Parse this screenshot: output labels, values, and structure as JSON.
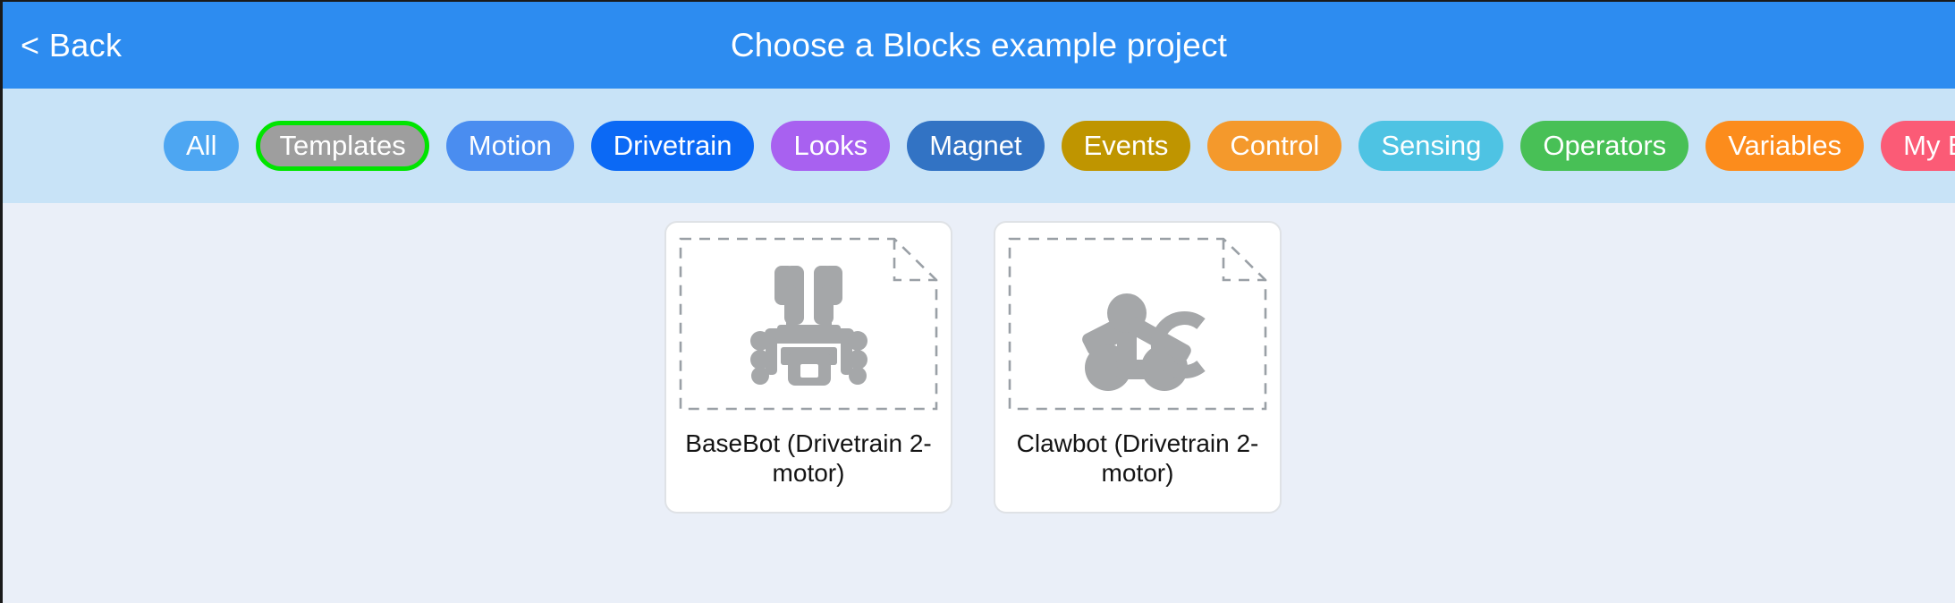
{
  "header": {
    "back_label": "< Back",
    "title": "Choose a Blocks example project",
    "bg_color": "#2d8cf0"
  },
  "filter_bar": {
    "bg_color": "#c8e3f7",
    "selected_outline_color": "#00e500",
    "categories": [
      {
        "label": "All",
        "color": "#4da6f2",
        "selected": false
      },
      {
        "label": "Templates",
        "color": "#9e9e9e",
        "selected": true
      },
      {
        "label": "Motion",
        "color": "#4a8df0",
        "selected": false
      },
      {
        "label": "Drivetrain",
        "color": "#0b69f5",
        "selected": false
      },
      {
        "label": "Looks",
        "color": "#a861f0",
        "selected": false
      },
      {
        "label": "Magnet",
        "color": "#3273c4",
        "selected": false
      },
      {
        "label": "Events",
        "color": "#bf9500",
        "selected": false
      },
      {
        "label": "Control",
        "color": "#f4992c",
        "selected": false
      },
      {
        "label": "Sensing",
        "color": "#4ec3e3",
        "selected": false
      },
      {
        "label": "Operators",
        "color": "#48c056",
        "selected": false
      },
      {
        "label": "Variables",
        "color": "#fc8c1c",
        "selected": false
      },
      {
        "label": "My Blocks",
        "color": "#fb5b76",
        "selected": false
      }
    ]
  },
  "content": {
    "bg_color": "#eaeff8",
    "projects": [
      {
        "title": "BaseBot (Drivetrain 2-motor)",
        "icon": "basebot-robot-icon"
      },
      {
        "title": "Clawbot (Drivetrain 2-motor)",
        "icon": "clawbot-robot-icon"
      }
    ]
  }
}
